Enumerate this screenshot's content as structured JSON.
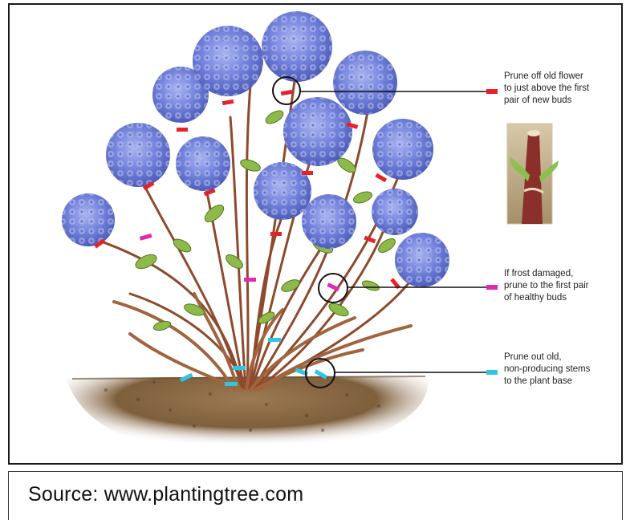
{
  "annotations": [
    {
      "id": "old-flower",
      "text": "Prune off old flower\nto just above the first\npair of new buds",
      "marker_color": "#e8202a"
    },
    {
      "id": "frost",
      "text": "If frost damaged,\nprune to the first pair\nof healthy buds",
      "marker_color": "#e02ab5"
    },
    {
      "id": "base",
      "text": "Prune out old,\nnon-producing stems\nto the plant base",
      "marker_color": "#2ec6e0"
    }
  ],
  "caption": {
    "source": "Source: www.plantingtree.com"
  },
  "colors": {
    "flower": "#6f7fd8",
    "stem": "#9b5a3c",
    "leaf": "#7fae3c",
    "soil": "#8a6a44"
  },
  "icons": [
    "hydrangea-flower-icon",
    "stem-cut-photo-icon"
  ]
}
